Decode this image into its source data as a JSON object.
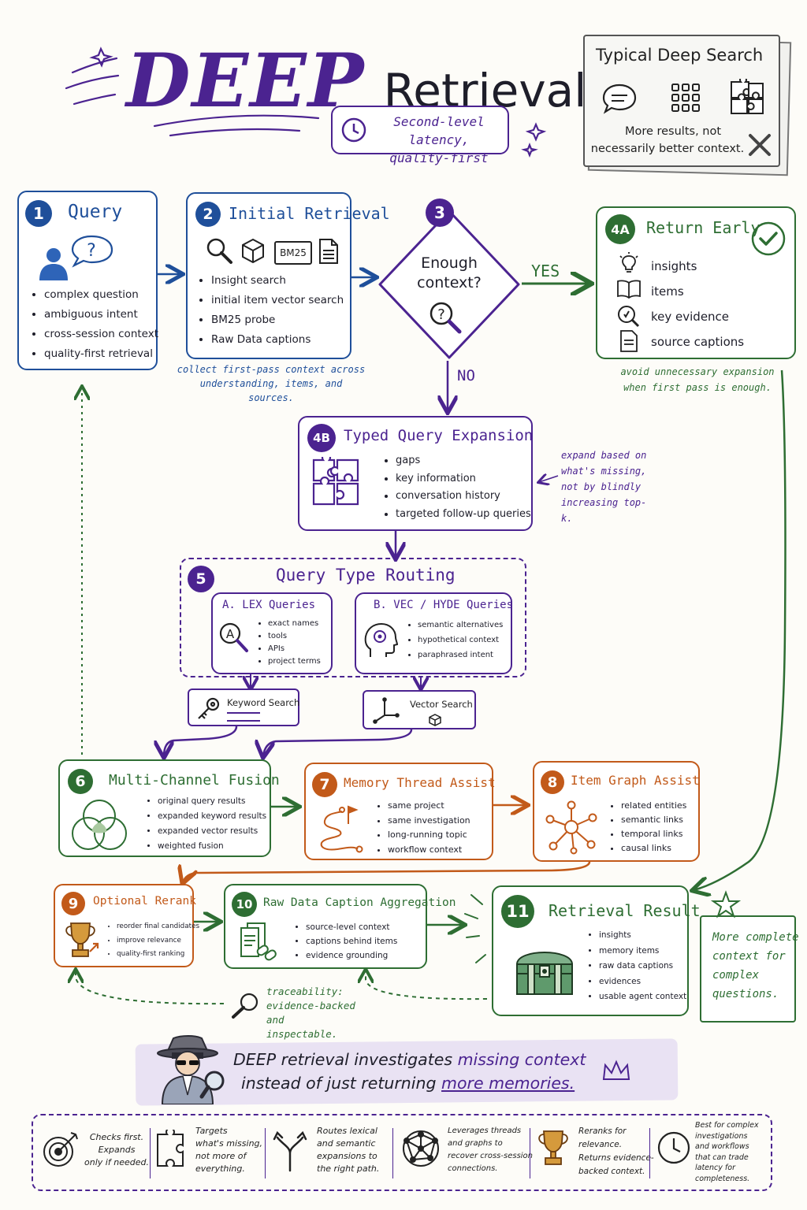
{
  "header": {
    "title_deep": "DEEP",
    "title_retrieval": "Retrieval",
    "latency_line1": "Second-level latency,",
    "latency_line2": "quality-first"
  },
  "typical": {
    "title": "Typical Deep Search",
    "caption_line1": "More results, not",
    "caption_line2": "necessarily better context."
  },
  "step1": {
    "num": "1",
    "title": "Query",
    "bullets": [
      "complex question",
      "ambiguous intent",
      "cross-session context",
      "quality-first retrieval"
    ]
  },
  "step2": {
    "num": "2",
    "title": "Initial Retrieval",
    "bm25": "BM25",
    "bullets": [
      "Insight search",
      "initial item vector search",
      "BM25 probe",
      "Raw Data captions"
    ],
    "note_line1": "collect first-pass context across",
    "note_line2": "understanding, items, and sources."
  },
  "step3": {
    "num": "3",
    "line1": "Enough",
    "line2": "context?",
    "yes": "YES",
    "no": "NO"
  },
  "step4a": {
    "num": "4A",
    "title": "Return Early",
    "items": [
      "insights",
      "items",
      "key evidence",
      "source captions"
    ],
    "note_line1": "avoid unnecessary expansion",
    "note_line2": "when first pass is enough."
  },
  "step4b": {
    "num": "4B",
    "title": "Typed Query Expansion",
    "bullets": [
      "gaps",
      "key information",
      "conversation history",
      "targeted follow-up queries"
    ],
    "note_lines": [
      "expand based on",
      "what's missing,",
      "not by blindly",
      "increasing top-k."
    ]
  },
  "step5": {
    "num": "5",
    "title": "Query Type Routing",
    "lex_title": "A. LEX Queries",
    "lex_bullets": [
      "exact names",
      "tools",
      "APIs",
      "project terms"
    ],
    "vec_title": "B. VEC / HYDE Queries",
    "vec_bullets": [
      "semantic alternatives",
      "hypothetical context",
      "paraphrased intent"
    ],
    "keyword": "Keyword Search",
    "vector": "Vector Search"
  },
  "step6": {
    "num": "6",
    "title": "Multi-Channel Fusion",
    "bullets": [
      "original query results",
      "expanded keyword results",
      "expanded vector results",
      "weighted fusion"
    ]
  },
  "step7": {
    "num": "7",
    "title": "Memory Thread Assist",
    "bullets": [
      "same project",
      "same investigation",
      "long-running topic",
      "workflow context"
    ]
  },
  "step8": {
    "num": "8",
    "title": "Item Graph Assist",
    "bullets": [
      "related entities",
      "semantic links",
      "temporal links",
      "causal links"
    ]
  },
  "step9": {
    "num": "9",
    "title": "Optional Rerank",
    "bullets": [
      "reorder final candidates",
      "improve relevance",
      "quality-first ranking"
    ]
  },
  "step10": {
    "num": "10",
    "title": "Raw Data Caption Aggregation",
    "bullets": [
      "source-level context",
      "captions behind items",
      "evidence grounding"
    ],
    "note_lines": [
      "traceability:",
      "evidence-backed",
      "and inspectable."
    ]
  },
  "step11": {
    "num": "11",
    "title": "Retrieval Result",
    "bullets": [
      "insights",
      "memory items",
      "raw data captions",
      "evidences",
      "usable agent context"
    ],
    "side_lines": [
      "More complete",
      "context for",
      "complex",
      "questions."
    ]
  },
  "banner": {
    "line1_a": "DEEP retrieval investigates ",
    "line1_b": "missing context",
    "line2_a": "instead of just returning ",
    "line2_b": "more memories."
  },
  "footer": [
    {
      "icon": "target-icon",
      "lines": [
        "Checks first.",
        "Expands",
        "only if needed."
      ]
    },
    {
      "icon": "puzzle-icon",
      "lines": [
        "Targets",
        "what's missing,",
        "not more of",
        "everything."
      ]
    },
    {
      "icon": "split-arrow-icon",
      "lines": [
        "Routes lexical",
        "and semantic",
        "expansions to",
        "the right path."
      ]
    },
    {
      "icon": "network-icon",
      "lines": [
        "Leverages threads",
        "and graphs to",
        "recover cross-session",
        "connections."
      ]
    },
    {
      "icon": "trophy-icon",
      "lines": [
        "Reranks for",
        "relevance.",
        "Returns evidence-",
        "backed context."
      ]
    },
    {
      "icon": "clock-icon",
      "lines": [
        "Best for complex",
        "investigations",
        "and workflows",
        "that can trade",
        "latency for",
        "completeness."
      ]
    }
  ],
  "colors": {
    "blue": "#1f4f9a",
    "green": "#2e6e33",
    "purple": "#4b2390",
    "orange": "#c25a1a"
  }
}
